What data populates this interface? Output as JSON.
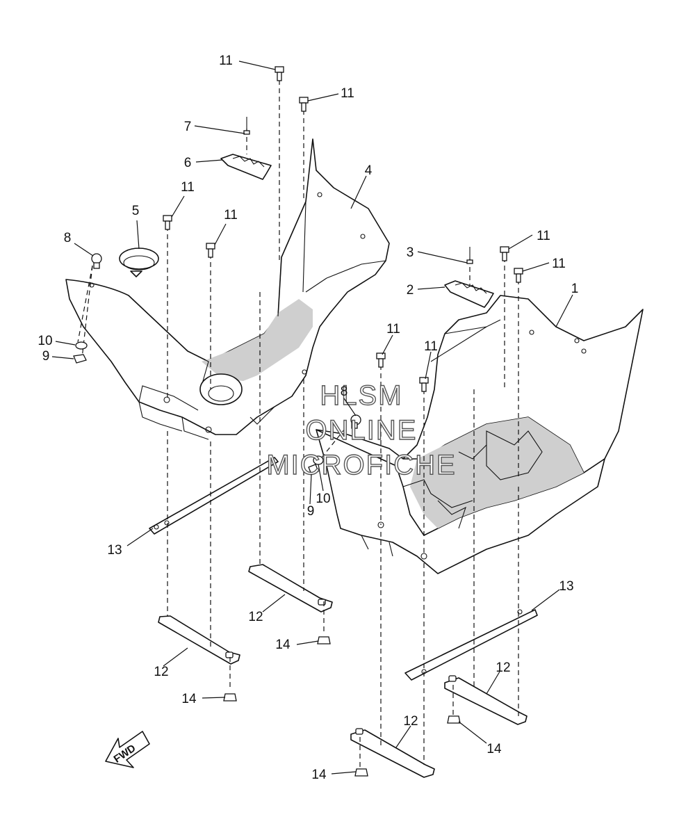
{
  "watermark": {
    "line1": "HLSM",
    "line2": "ONLINE",
    "line3": "MICROFICHE"
  },
  "direction_indicator": {
    "label": "FWD"
  },
  "callouts": [
    {
      "id": "c11a",
      "text": "11"
    },
    {
      "id": "c11b",
      "text": "11"
    },
    {
      "id": "c7",
      "text": "7"
    },
    {
      "id": "c6",
      "text": "6"
    },
    {
      "id": "c4",
      "text": "4"
    },
    {
      "id": "c5",
      "text": "5"
    },
    {
      "id": "c11c",
      "text": "11"
    },
    {
      "id": "c11d",
      "text": "11"
    },
    {
      "id": "c8a",
      "text": "8"
    },
    {
      "id": "c10a",
      "text": "10"
    },
    {
      "id": "c9a",
      "text": "9"
    },
    {
      "id": "c3",
      "text": "3"
    },
    {
      "id": "c2",
      "text": "2"
    },
    {
      "id": "c11e",
      "text": "11"
    },
    {
      "id": "c11f",
      "text": "11"
    },
    {
      "id": "c1",
      "text": "1"
    },
    {
      "id": "c11g",
      "text": "11"
    },
    {
      "id": "c11h",
      "text": "11"
    },
    {
      "id": "c8b",
      "text": "8"
    },
    {
      "id": "c10b",
      "text": "10"
    },
    {
      "id": "c9b",
      "text": "9"
    },
    {
      "id": "c13a",
      "text": "13"
    },
    {
      "id": "c12a",
      "text": "12"
    },
    {
      "id": "c14a",
      "text": "14"
    },
    {
      "id": "c12b",
      "text": "12"
    },
    {
      "id": "c14b",
      "text": "14"
    },
    {
      "id": "c13b",
      "text": "13"
    },
    {
      "id": "c12c",
      "text": "12"
    },
    {
      "id": "c14c",
      "text": "14"
    },
    {
      "id": "c12d",
      "text": "12"
    },
    {
      "id": "c14d",
      "text": "14"
    }
  ]
}
